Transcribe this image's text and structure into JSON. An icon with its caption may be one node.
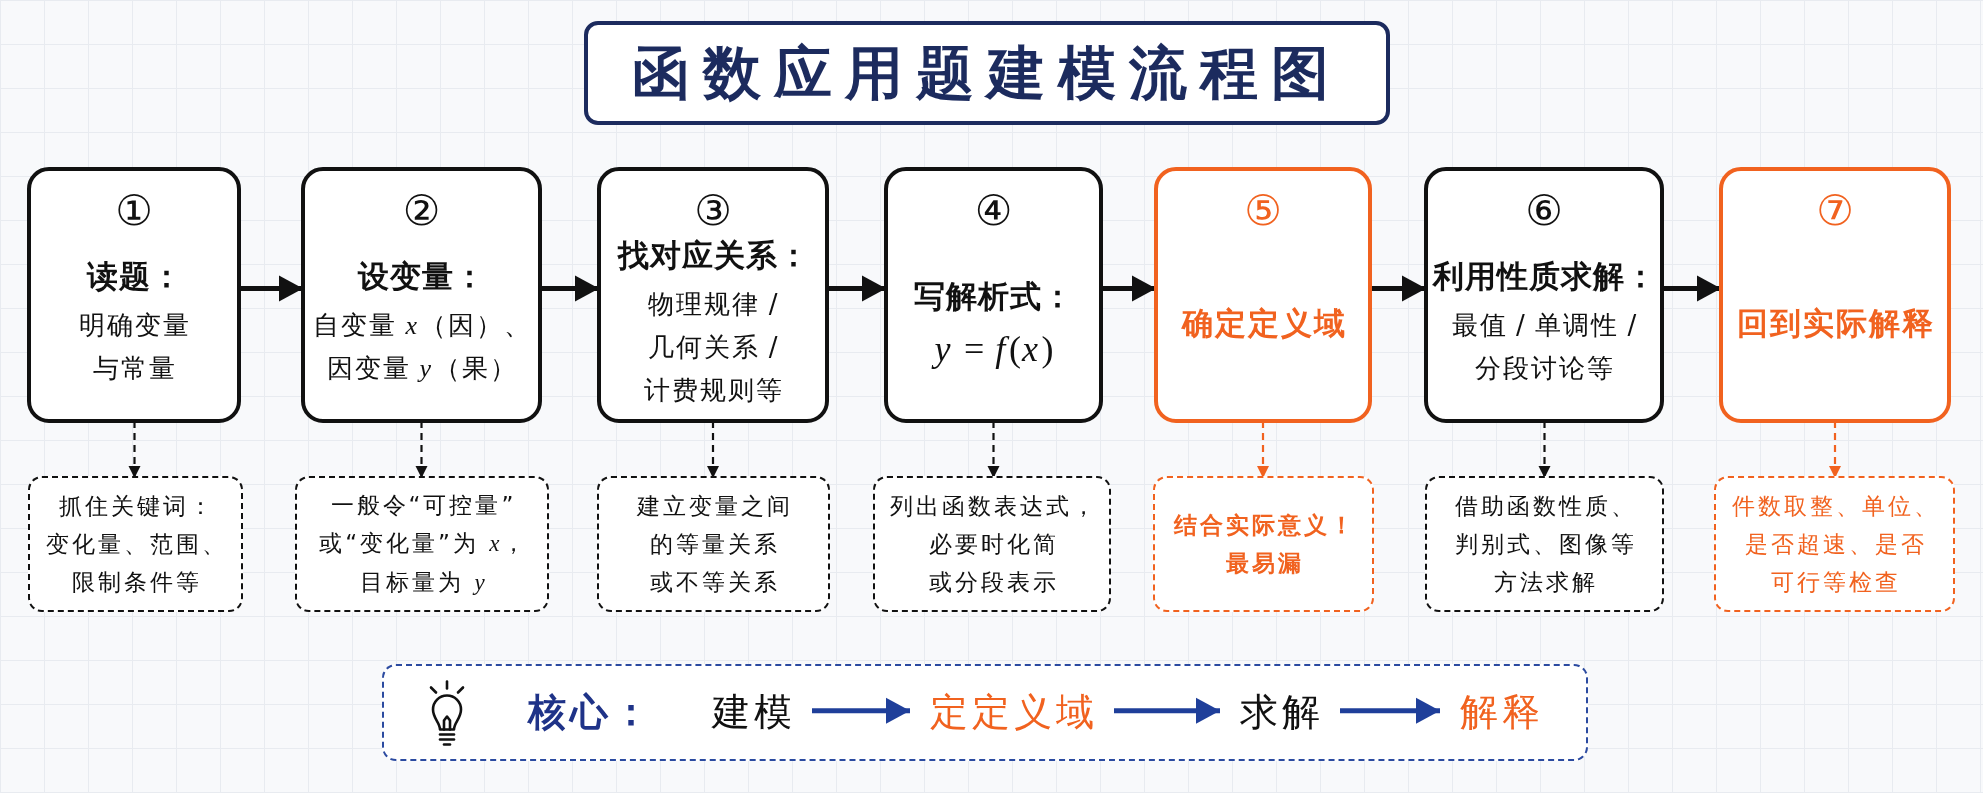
{
  "diagram": {
    "title": "函数应用题建模流程图",
    "nodes": [
      {
        "text": [
          "①",
          "读题：",
          "明确变量与常量"
        ]
      },
      {
        "text": [
          "②",
          "设变量：",
          "自变量 *x*（因）、因变量 *y*（果）"
        ]
      },
      {
        "text": [
          "③",
          "找对应关系：",
          "物理规律 / 几何关系 / 计费规则等"
        ]
      },
      {
        "text": [
          "④",
          "写解析式：",
          "*y* = *f*(*x*)"
        ]
      },
      {
        "text": [
          "⑤",
          "确定定义域"
        ]
      },
      {
        "text": [
          "⑥",
          "利用性质求解：",
          "最值 / 单调性 / 分段讨论等"
        ]
      },
      {
        "text": [
          "⑦",
          "回到实际解释"
        ]
      },
      {
        "text": [
          "抓住关键词：变化量、范围、限制条件等"
        ]
      },
      {
        "text": [
          "一般令“可控量”或“变化量”为 *x*，目标量为 *y*"
        ]
      },
      {
        "text": [
          "建立变量之间的等量关系或不等关系"
        ]
      },
      {
        "text": [
          "列出函数表达式，必要时化简或分段表示"
        ]
      },
      {
        "text": [
          "结合实际意义！最易漏"
        ]
      },
      {
        "text": [
          "借助函数性质、判别式、图像等方法求解"
        ]
      },
      {
        "text": [
          "件数取整、单位、是否超速、是否可行等检查"
        ]
      },
      {
        "text": [
          "核心："
        ]
      },
      {
        "text": [
          "建模"
        ],
        "in": 14
      },
      {
        "text": [
          "定定义域"
        ],
        "in": 14
      },
      {
        "text": [
          "求解"
        ],
        "in": 14
      },
      {
        "text": [
          "解释"
        ],
        "in": 14
      }
    ],
    "edges": [
      {
        "from": 0,
        "to": 1,
        "arrow": "to"
      },
      {
        "from": 1,
        "to": 2,
        "arrow": "to"
      },
      {
        "from": 2,
        "to": 3,
        "arrow": "to"
      },
      {
        "from": 3,
        "to": 4,
        "arrow": "to"
      },
      {
        "from": 4,
        "to": 5,
        "arrow": "to"
      },
      {
        "from": 5,
        "to": 6,
        "arrow": "to"
      },
      {
        "from": 0,
        "to": 7,
        "arrow": "to",
        "style": "dashed"
      },
      {
        "from": 1,
        "to": 8,
        "arrow": "to",
        "style": "dashed"
      },
      {
        "from": 2,
        "to": 9,
        "arrow": "to",
        "style": "dashed"
      },
      {
        "from": 3,
        "to": 10,
        "arrow": "to",
        "style": "dashed"
      },
      {
        "from": 4,
        "to": 11,
        "arrow": "to",
        "style": "dashed",
        "color": "#f1621f"
      },
      {
        "from": 5,
        "to": 12,
        "arrow": "to",
        "style": "dashed"
      },
      {
        "from": 6,
        "to": 13,
        "arrow": "to",
        "style": "dashed",
        "color": "#f1621f"
      },
      {
        "from": 15,
        "to": 16,
        "arrow": "to",
        "color": "#1f3f9a"
      },
      {
        "from": 16,
        "to": 17,
        "arrow": "to",
        "color": "#1f3f9a"
      },
      {
        "from": 17,
        "to": 18,
        "arrow": "to",
        "color": "#1f3f9a"
      }
    ]
  }
}
